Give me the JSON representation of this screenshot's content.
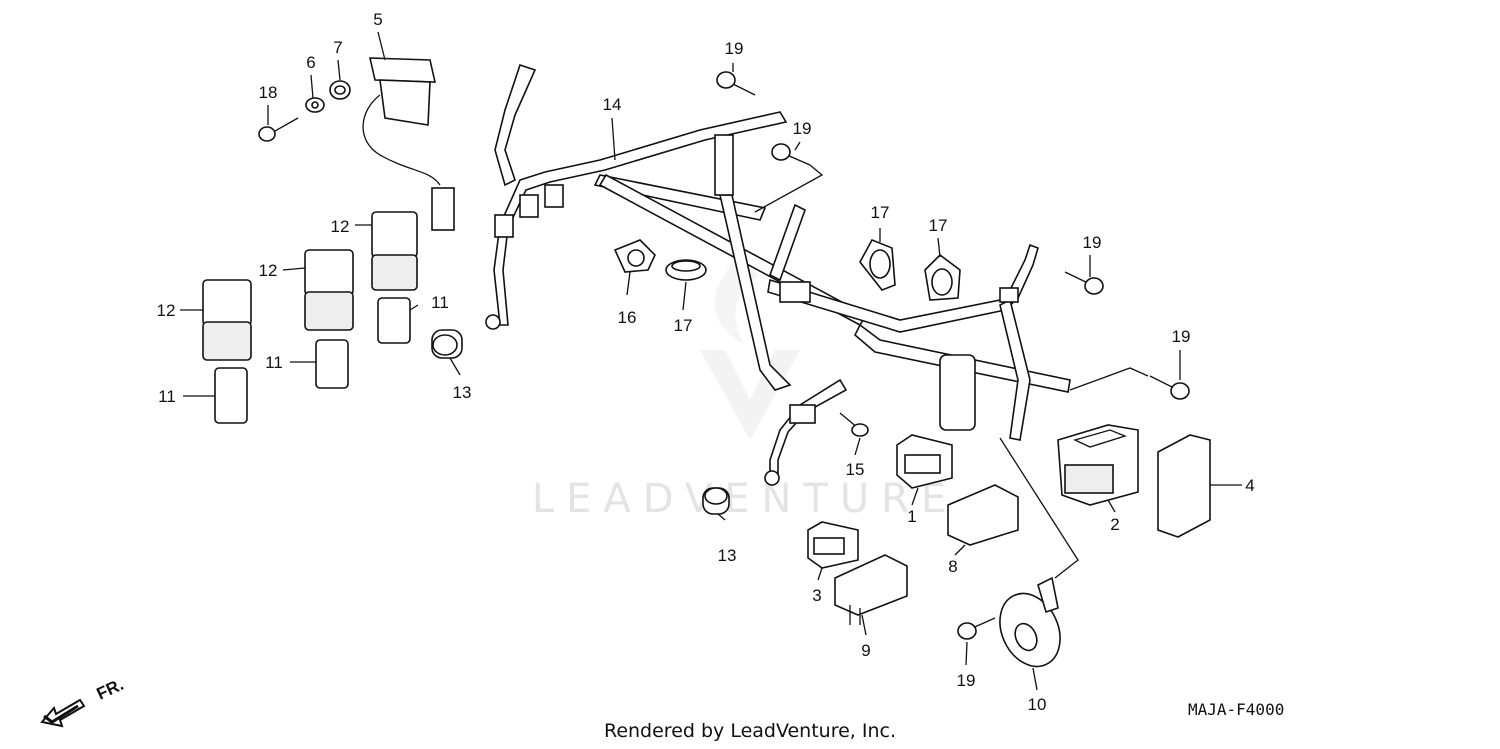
{
  "labels": {
    "l1": "1",
    "l2": "2",
    "l3": "3",
    "l4": "4",
    "l5": "5",
    "l6": "6",
    "l7": "7",
    "l8": "8",
    "l9": "9",
    "l10": "10",
    "l11a": "11",
    "l11b": "11",
    "l11c": "11",
    "l12a": "12",
    "l12b": "12",
    "l12c": "12",
    "l13a": "13",
    "l13b": "13",
    "l14": "14",
    "l15": "15",
    "l16": "16",
    "l17a": "17",
    "l17b": "17",
    "l17c": "17",
    "l18": "18",
    "l19a": "19",
    "l19b": "19",
    "l19c": "19",
    "l19d": "19",
    "l19e": "19"
  },
  "diagram_code": "MAJA-F4000",
  "front_indicator": "FR.",
  "credit": "Rendered by LeadVenture, Inc.",
  "watermark": "LEADVENTURE"
}
